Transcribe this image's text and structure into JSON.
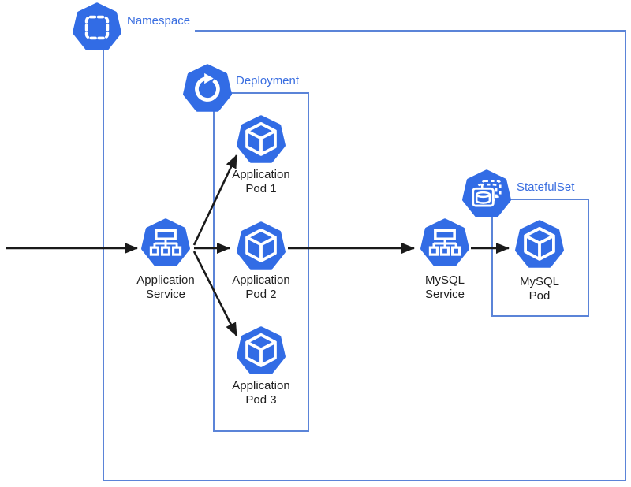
{
  "namespace": {
    "label": "Namespace"
  },
  "deployment": {
    "label": "Deployment"
  },
  "statefulset": {
    "label": "StatefulSet"
  },
  "nodes": {
    "app_service": {
      "line1": "Application",
      "line2": "Service"
    },
    "app_pod1": {
      "line1": "Application",
      "line2": "Pod 1"
    },
    "app_pod2": {
      "line1": "Application",
      "line2": "Pod 2"
    },
    "app_pod3": {
      "line1": "Application",
      "line2": "Pod 3"
    },
    "mysql_service": {
      "line1": "MySQL",
      "line2": "Service"
    },
    "mysql_pod": {
      "line1": "MySQL",
      "line2": "Pod"
    }
  },
  "icons": {
    "namespace": "namespace-icon",
    "deployment": "deployment-icon",
    "statefulset": "statefulset-icon",
    "service": "service-icon",
    "pod": "pod-icon"
  },
  "colors": {
    "k8s_blue": "#326CE5",
    "label_blue": "#3A6EE0",
    "box_border": "#5B84D8",
    "arrow": "#1A1A1A",
    "text": "#1F1F1F"
  }
}
